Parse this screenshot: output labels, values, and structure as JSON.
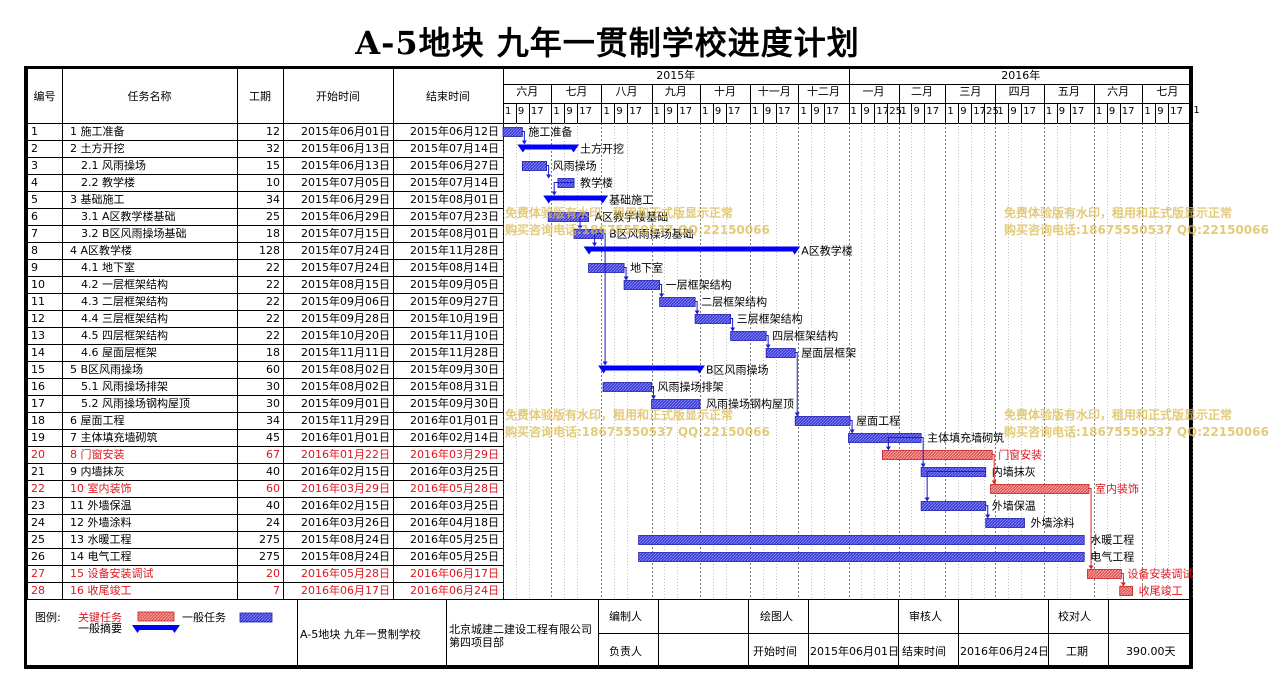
{
  "title": "A-5地块 九年一贯制学校进度计划",
  "headers": {
    "num": "编号",
    "name": "任务名称",
    "dur": "工期",
    "start": "开始时间",
    "end": "结束时间"
  },
  "years": [
    {
      "label": "2015年"
    },
    {
      "label": "2016年"
    }
  ],
  "months": [
    "六月",
    "七月",
    "八月",
    "九月",
    "十月",
    "十一月",
    "十二月",
    "一月",
    "二月",
    "三月",
    "四月",
    "五月",
    "六月",
    "七月"
  ],
  "day_ticks": [
    [
      "1",
      "9",
      "17"
    ],
    [
      "1",
      "9",
      "17"
    ],
    [
      "1",
      "9",
      "17"
    ],
    [
      "1",
      "9",
      "17"
    ],
    [
      "1",
      "9",
      "17"
    ],
    [
      "1",
      "9",
      "17"
    ],
    [
      "1",
      "9",
      "17"
    ],
    [
      "1",
      "9",
      "17",
      "25"
    ],
    [
      "1",
      "9",
      "17"
    ],
    [
      "1",
      "9",
      "17",
      "25"
    ],
    [
      "1",
      "9",
      "17"
    ],
    [
      "1",
      "9",
      "17"
    ],
    [
      "1",
      "9",
      "17"
    ],
    [
      "1",
      "9",
      "17"
    ],
    [
      "1"
    ]
  ],
  "tasks": [
    {
      "no": "1",
      "name": "1 施工准备",
      "dur": "12",
      "start": "2015年06月01日",
      "end": "2015年06月12日",
      "type": "normal",
      "label": "施工准备",
      "indent": 0
    },
    {
      "no": "2",
      "name": "2 土方开挖",
      "dur": "32",
      "start": "2015年06月13日",
      "end": "2015年07月14日",
      "type": "summary",
      "label": "土方开挖",
      "indent": 0
    },
    {
      "no": "3",
      "name": "2.1 风雨操场",
      "dur": "15",
      "start": "2015年06月13日",
      "end": "2015年06月27日",
      "type": "normal",
      "label": "风雨操场",
      "indent": 1
    },
    {
      "no": "4",
      "name": "2.2 教学楼",
      "dur": "10",
      "start": "2015年07月05日",
      "end": "2015年07月14日",
      "type": "normal",
      "label": "教学楼",
      "indent": 1
    },
    {
      "no": "5",
      "name": "3 基础施工",
      "dur": "34",
      "start": "2015年06月29日",
      "end": "2015年08月01日",
      "type": "summary",
      "label": "基础施工",
      "indent": 0
    },
    {
      "no": "6",
      "name": "3.1 A区教学楼基础",
      "dur": "25",
      "start": "2015年06月29日",
      "end": "2015年07月23日",
      "type": "normal",
      "label": "A区教学楼基础",
      "indent": 1
    },
    {
      "no": "7",
      "name": "3.2 B区风雨操场基础",
      "dur": "18",
      "start": "2015年07月15日",
      "end": "2015年08月01日",
      "type": "normal",
      "label": "B区风雨操场基础",
      "indent": 1
    },
    {
      "no": "8",
      "name": "4 A区教学楼",
      "dur": "128",
      "start": "2015年07月24日",
      "end": "2015年11月28日",
      "type": "summary",
      "label": "A区教学楼",
      "indent": 0
    },
    {
      "no": "9",
      "name": "4.1 地下室",
      "dur": "22",
      "start": "2015年07月24日",
      "end": "2015年08月14日",
      "type": "normal",
      "label": "地下室",
      "indent": 1
    },
    {
      "no": "10",
      "name": "4.2 一层框架结构",
      "dur": "22",
      "start": "2015年08月15日",
      "end": "2015年09月05日",
      "type": "normal",
      "label": "一层框架结构",
      "indent": 1
    },
    {
      "no": "11",
      "name": "4.3 二层框架结构",
      "dur": "22",
      "start": "2015年09月06日",
      "end": "2015年09月27日",
      "type": "normal",
      "label": "二层框架结构",
      "indent": 1
    },
    {
      "no": "12",
      "name": "4.4 三层框架结构",
      "dur": "22",
      "start": "2015年09月28日",
      "end": "2015年10月19日",
      "type": "normal",
      "label": "三层框架结构",
      "indent": 1
    },
    {
      "no": "13",
      "name": "4.5 四层框架结构",
      "dur": "22",
      "start": "2015年10月20日",
      "end": "2015年11月10日",
      "type": "normal",
      "label": "四层框架结构",
      "indent": 1
    },
    {
      "no": "14",
      "name": "4.6 屋面层框架",
      "dur": "18",
      "start": "2015年11月11日",
      "end": "2015年11月28日",
      "type": "normal",
      "label": "屋面层框架",
      "indent": 1
    },
    {
      "no": "15",
      "name": "5 B区风雨操场",
      "dur": "60",
      "start": "2015年08月02日",
      "end": "2015年09月30日",
      "type": "summary",
      "label": "B区风雨操场",
      "indent": 0
    },
    {
      "no": "16",
      "name": "5.1 风雨操场排架",
      "dur": "30",
      "start": "2015年08月02日",
      "end": "2015年08月31日",
      "type": "normal",
      "label": "风雨操场排架",
      "indent": 1
    },
    {
      "no": "17",
      "name": "5.2 风雨操场钢构屋顶",
      "dur": "30",
      "start": "2015年09月01日",
      "end": "2015年09月30日",
      "type": "normal",
      "label": "风雨操场钢构屋顶",
      "indent": 1
    },
    {
      "no": "18",
      "name": "6 屋面工程",
      "dur": "34",
      "start": "2015年11月29日",
      "end": "2016年01月01日",
      "type": "normal",
      "label": "屋面工程",
      "indent": 0
    },
    {
      "no": "19",
      "name": "7 主体填充墙砌筑",
      "dur": "45",
      "start": "2016年01月01日",
      "end": "2016年02月14日",
      "type": "normal",
      "label": "主体填充墙砌筑",
      "indent": 0
    },
    {
      "no": "20",
      "name": "8 门窗安装",
      "dur": "67",
      "start": "2016年01月22日",
      "end": "2016年03月29日",
      "type": "critical",
      "label": "门窗安装",
      "indent": 0
    },
    {
      "no": "21",
      "name": "9 内墙抹灰",
      "dur": "40",
      "start": "2016年02月15日",
      "end": "2016年03月25日",
      "type": "normal",
      "label": "内墙抹灰",
      "indent": 0
    },
    {
      "no": "22",
      "name": "10 室内装饰",
      "dur": "60",
      "start": "2016年03月29日",
      "end": "2016年05月28日",
      "type": "critical",
      "label": "室内装饰",
      "indent": 0
    },
    {
      "no": "23",
      "name": "11 外墙保温",
      "dur": "40",
      "start": "2016年02月15日",
      "end": "2016年03月25日",
      "type": "normal",
      "label": "外墙保温",
      "indent": 0
    },
    {
      "no": "24",
      "name": "12 外墙涂料",
      "dur": "24",
      "start": "2016年03月26日",
      "end": "2016年04月18日",
      "type": "normal",
      "label": "外墙涂料",
      "indent": 0
    },
    {
      "no": "25",
      "name": "13 水暖工程",
      "dur": "275",
      "start": "2015年08月24日",
      "end": "2016年05月25日",
      "type": "normal",
      "label": "水暖工程",
      "indent": 0
    },
    {
      "no": "26",
      "name": "14 电气工程",
      "dur": "275",
      "start": "2015年08月24日",
      "end": "2016年05月25日",
      "type": "normal",
      "label": "电气工程",
      "indent": 0
    },
    {
      "no": "27",
      "name": "15 设备安装调试",
      "dur": "20",
      "start": "2016年05月28日",
      "end": "2016年06月17日",
      "type": "critical",
      "label": "设备安装调试",
      "indent": 0
    },
    {
      "no": "28",
      "name": "16 收尾竣工",
      "dur": "7",
      "start": "2016年06月17日",
      "end": "2016年06月24日",
      "type": "critical",
      "label": "收尾竣工",
      "indent": 0
    }
  ],
  "footer": {
    "legend_label": "图例:",
    "critical_label": "关键任务",
    "normal_label": "一般任务",
    "summary_label": "一般摘要",
    "project": "A-5地块 九年一贯制学校",
    "company": "北京城建二建设工程有限公司第四项目部",
    "editor": "编制人",
    "drawer": "绘图人",
    "reviewer": "审核人",
    "checker": "校对人",
    "manager": "负责人",
    "start_label": "开始时间",
    "start_value": "2015年06月01日",
    "end_label": "结束时间",
    "end_value": "2016年06月24日",
    "dur_label": "工期",
    "dur_value": "390.00天"
  },
  "watermark": {
    "line1": "免费体验版有水印，租用和正式版显示正常",
    "line2": "购买咨询电话:18675550537 QQ:22150066"
  },
  "colors": {
    "normal": "#3b3bd6",
    "summary": "#0000ff",
    "critical": "#e05555",
    "critical_text": "#e0151c"
  }
}
